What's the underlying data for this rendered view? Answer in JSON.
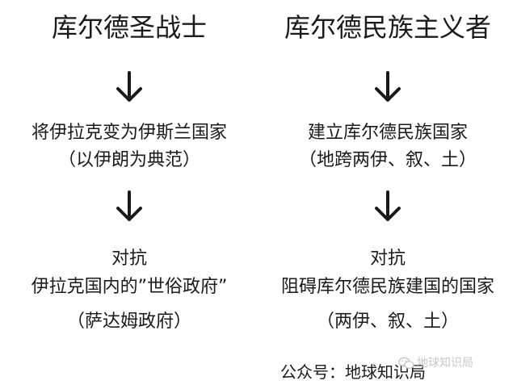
{
  "left": {
    "title": "库尔德圣战士",
    "step1_line1": "将伊拉克变为伊斯兰国家",
    "step1_line2": "（以伊朗为典范）",
    "step2_line1": "对抗",
    "step2_line2": "伊拉克国内的”世俗政府”",
    "step2_line3": "（萨达姆政府）"
  },
  "right": {
    "title": "库尔德民族主义者",
    "step1_line1": "建立库尔德民族国家",
    "step1_line2": "（地跨两伊、叙、土）",
    "step2_line1": "对抗",
    "step2_line2": "阻碍库尔德民族建国的国家",
    "step2_line3": "（两伊、叙、土）"
  },
  "credit": "公众号：地球知识局",
  "watermark": "地球知识局",
  "icons": {
    "arrow": "down-arrow-icon",
    "watermark_logo": "wechat-icon"
  },
  "colors": {
    "text": "#1a1a1a",
    "watermark": "#c8c8c8"
  }
}
